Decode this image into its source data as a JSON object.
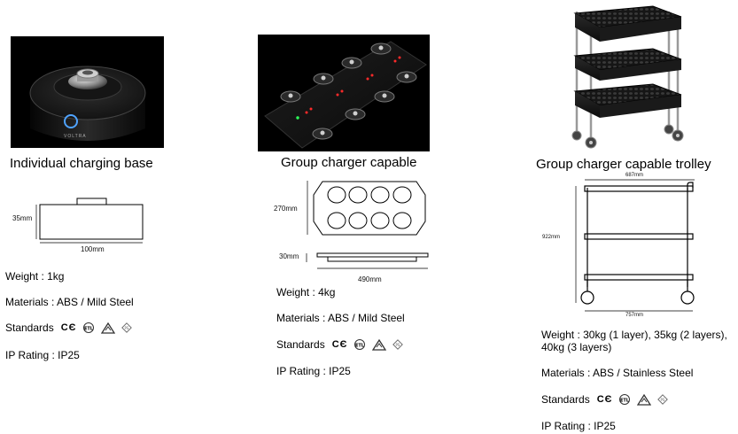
{
  "products": [
    {
      "title": "Individual charging base",
      "photo_brand": "VOLTRA",
      "dims": {
        "height": "35mm",
        "width": "100mm"
      },
      "weight": "Weight : 1kg",
      "materials": "Materials : ABS / Mild Steel",
      "standards_label": "Standards",
      "ip": "IP Rating : IP25"
    },
    {
      "title": "Group charger capable",
      "dims": {
        "depth": "270mm",
        "height": "30mm",
        "width": "490mm"
      },
      "weight": "Weight : 4kg",
      "materials": "Materials : ABS / Mild Steel",
      "standards_label": "Standards",
      "ip": "IP Rating : IP25"
    },
    {
      "title": "Group charger capable trolley",
      "dims": {
        "top": "687mm",
        "height": "922mm",
        "bottom": "757mm"
      },
      "weight_line1": "Weight : 30kg (1 layer), 35kg (2 layers),",
      "weight_line2": "40kg (3 layers)",
      "materials": "Materials : ABS / Stainless Steel",
      "standards_label": "Standards",
      "ip": "IP Rating : IP25"
    }
  ]
}
